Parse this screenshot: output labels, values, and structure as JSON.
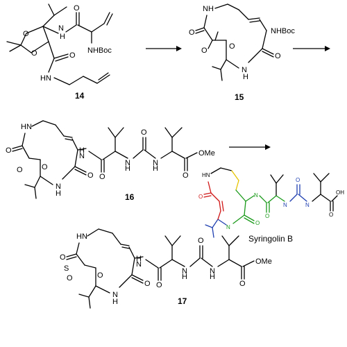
{
  "compounds": {
    "c14": "14",
    "c15": "15",
    "c16": "16",
    "c17": "17",
    "syringolin": "Syringolin B"
  },
  "labels": {
    "nh": "NH",
    "hn": "HN",
    "h": "H",
    "n": "N",
    "o": "O",
    "s": "S",
    "nhboc": "NHBoc",
    "ome": "OMe",
    "oh": "OH"
  },
  "colors": {
    "red": "#d01818",
    "green": "#1a9a1a",
    "blue": "#1f3fb0",
    "yellow": "#e6c400"
  }
}
